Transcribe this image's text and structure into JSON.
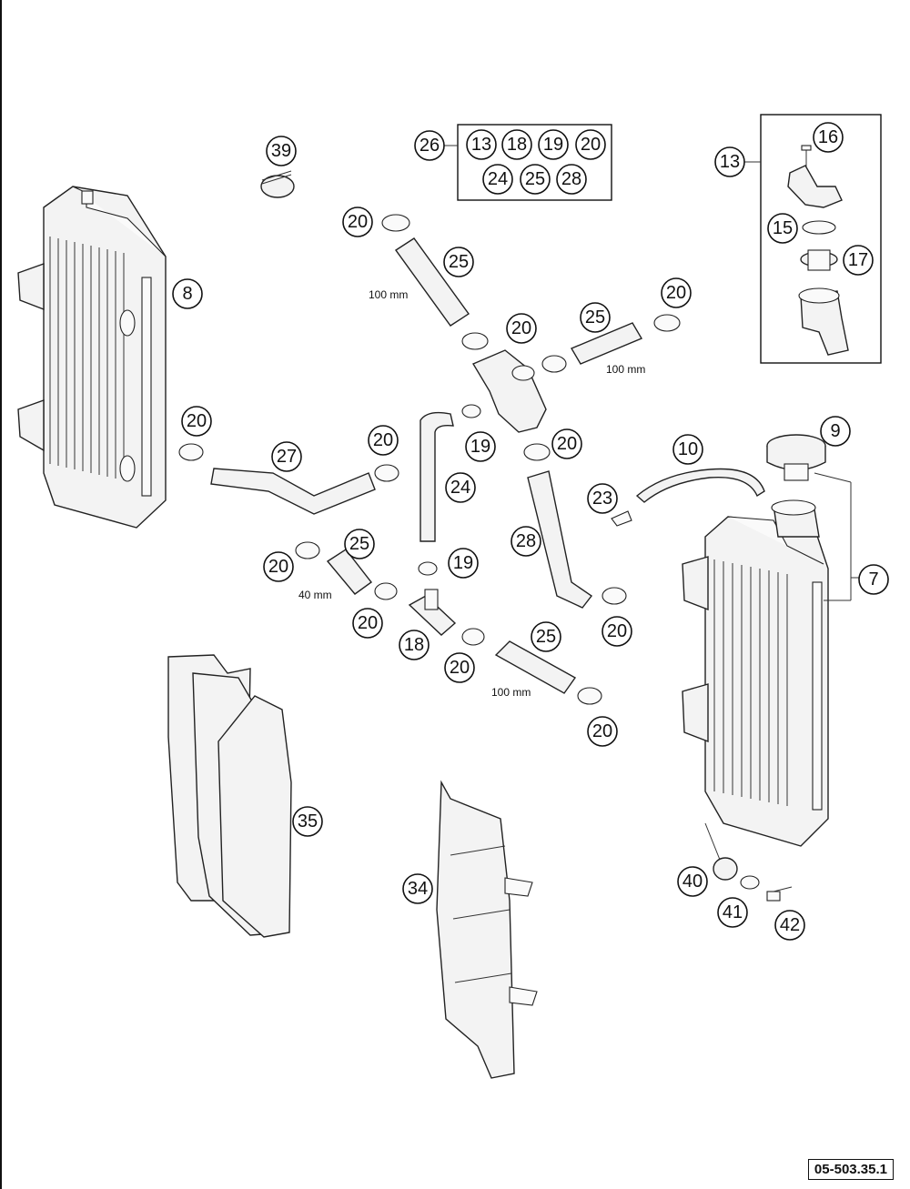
{
  "drawing_code": "05-503.35.1",
  "callouts": {
    "c39": "39",
    "c26": "26",
    "kit13": "13",
    "kit18": "18",
    "kit19": "19",
    "kit20": "20",
    "kit24": "24",
    "kit25": "25",
    "kit28": "28",
    "c13": "13",
    "c16": "16",
    "c15": "15",
    "c17": "17",
    "c8": "8",
    "c20a": "20",
    "c25a": "25",
    "c20b": "20",
    "c25b": "25",
    "c20c": "20",
    "c20d": "20",
    "c27": "27",
    "c20e": "20",
    "c19a": "19",
    "c20f": "20",
    "c24": "24",
    "c10": "10",
    "c9": "9",
    "c23": "23",
    "c28": "28",
    "c7": "7",
    "c25c": "25",
    "c19b": "19",
    "c20g": "20",
    "c20h": "20",
    "c18": "18",
    "c20i": "20",
    "c25d": "25",
    "c20j": "20",
    "c20k": "20",
    "c35": "35",
    "c34": "34",
    "c40": "40",
    "c41": "41",
    "c42": "42"
  },
  "dimensions": {
    "hose_upper": "100 mm",
    "hose_right": "100 mm",
    "hose_short": "40 mm",
    "hose_lower": "100 mm"
  }
}
